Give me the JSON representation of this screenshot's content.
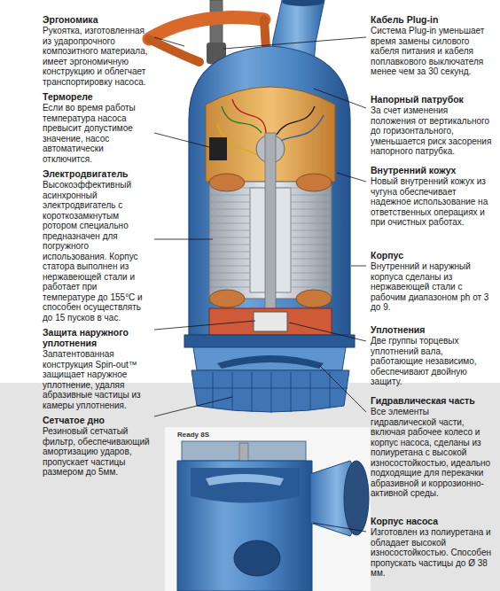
{
  "diagram": {
    "labels": [
      "Эргономика",
      "Рукоятка, изготовленная из ударопрочного композитного материала, имеет эргономичную конструкцию и облегчает транспортировку насоса.",
      "Термореле",
      "Если во время работы температура насоса превысит допустимое значение, насос автоматически отключится.",
      "Электродвигатель",
      "Высокоэффективный асинхронный электродвигатель с короткозамкнутым ротором специально предназначен для погружного использования. Корпус статора выполнен из нержавеющей стали и работает при температуре до 155°С и способен осуществлять до 15 пусков в час.",
      "Защита наружного уплотнения",
      "Запатентованная конструкция Spin-out™ защищает наружное уплотнение, удаляя абразивные частицы из камеры уплотнения.",
      "Сетчатое дно",
      "Резиновый сетчатый фильтр, обеспечивающий амортизацию ударов, пропускает частицы размером до 5мм.",
      "Кабель Plug-in",
      "Система Plug-in уменьшает время замены силового кабеля питания и кабеля поплавкового выключателя менее чем за 30 секунд.",
      "Напорный патрубок",
      "За счет изменения положения от вертикального до горизонтального, уменьшается риск засорения напорного патрубка.",
      "Внутренний кожух",
      "Новый внутренний кожух из чугуна обеспечивает надежное использование на ответственных операциях и при очистных работах.",
      "Корпус",
      "Внутренний и наружный корпуса сделаны из нержавеющей стали с рабочим диапазоном ph от 3 до 9.",
      "Уплотнения",
      "Две группы торцевых уплотнений вала, работающие независимо, обеспечивают двойную защиту.",
      "Гидравлическая часть",
      "Все элементы гидравлической части, включая рабочее колесо и корпус насоса, сделаны из полиуретана с высокой износостойкостью, идеально подходящие для перекачки абразивной и коррозионно-активной среды.",
      "Корпус насоса",
      "Изготовлен из полиуретана и обладает высокой износостойкостью. Способен пропускать частицы до Ø 38 мм.",
      "Ready 8S"
    ]
  }
}
